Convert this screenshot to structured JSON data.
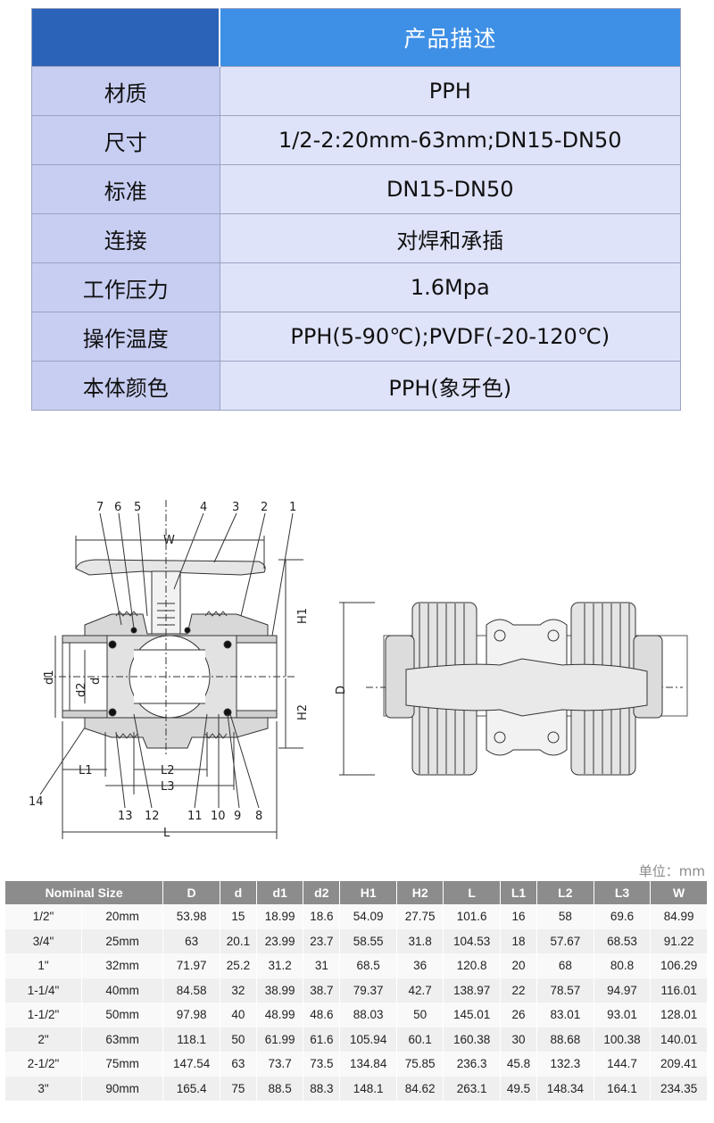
{
  "spec": {
    "header": "产品描述",
    "rows": [
      {
        "label": "材质",
        "value": "PPH"
      },
      {
        "label": "尺寸",
        "value": "1/2-2:20mm-63mm;DN15-DN50"
      },
      {
        "label": "标准",
        "value": "DN15-DN50"
      },
      {
        "label": "连接",
        "value": "对焊和承插"
      },
      {
        "label": "工作压力",
        "value": "1.6Mpa"
      },
      {
        "label": "操作温度",
        "value": "PPH(5-90℃);PVDF(-20-120℃)"
      },
      {
        "label": "本体颜色",
        "value": "PPH(象牙色)"
      }
    ]
  },
  "drawing": {
    "part_numbers": [
      "7",
      "6",
      "5",
      "4",
      "3",
      "2",
      "1",
      "14",
      "13",
      "12",
      "11",
      "10",
      "9",
      "8"
    ],
    "dim_labels": {
      "W": "W",
      "H1": "H1",
      "H2": "H2",
      "d1": "d1",
      "d2": "d2",
      "d": "d",
      "L1": "L1",
      "L2": "L2",
      "L3": "L3",
      "L": "L",
      "D": "D"
    }
  },
  "unit": "单位：mm",
  "dims": {
    "headers": [
      "Nominal Size",
      "D",
      "d",
      "d1",
      "d2",
      "H1",
      "H2",
      "L",
      "L1",
      "L2",
      "L3",
      "W"
    ],
    "rows": [
      [
        "1/2\"",
        "20mm",
        "53.98",
        "15",
        "18.99",
        "18.6",
        "54.09",
        "27.75",
        "101.6",
        "16",
        "58",
        "69.6",
        "84.99"
      ],
      [
        "3/4\"",
        "25mm",
        "63",
        "20.1",
        "23.99",
        "23.7",
        "58.55",
        "31.8",
        "104.53",
        "18",
        "57.67",
        "68.53",
        "91.22"
      ],
      [
        "1\"",
        "32mm",
        "71.97",
        "25.2",
        "31.2",
        "31",
        "68.5",
        "36",
        "120.8",
        "20",
        "68",
        "80.8",
        "106.29"
      ],
      [
        "1-1/4\"",
        "40mm",
        "84.58",
        "32",
        "38.99",
        "38.7",
        "79.37",
        "42.7",
        "138.97",
        "22",
        "78.57",
        "94.97",
        "116.01"
      ],
      [
        "1-1/2\"",
        "50mm",
        "97.98",
        "40",
        "48.99",
        "48.6",
        "88.03",
        "50",
        "145.01",
        "26",
        "83.01",
        "93.01",
        "128.01"
      ],
      [
        "2\"",
        "63mm",
        "118.1",
        "50",
        "61.99",
        "61.6",
        "105.94",
        "60.1",
        "160.38",
        "30",
        "88.68",
        "100.38",
        "140.01"
      ],
      [
        "2-1/2\"",
        "75mm",
        "147.54",
        "63",
        "73.7",
        "73.5",
        "134.84",
        "75.85",
        "236.3",
        "45.8",
        "132.3",
        "144.7",
        "209.41"
      ],
      [
        "3\"",
        "90mm",
        "165.4",
        "75",
        "88.5",
        "88.3",
        "148.1",
        "84.62",
        "263.1",
        "49.5",
        "148.34",
        "164.1",
        "234.35"
      ]
    ]
  }
}
